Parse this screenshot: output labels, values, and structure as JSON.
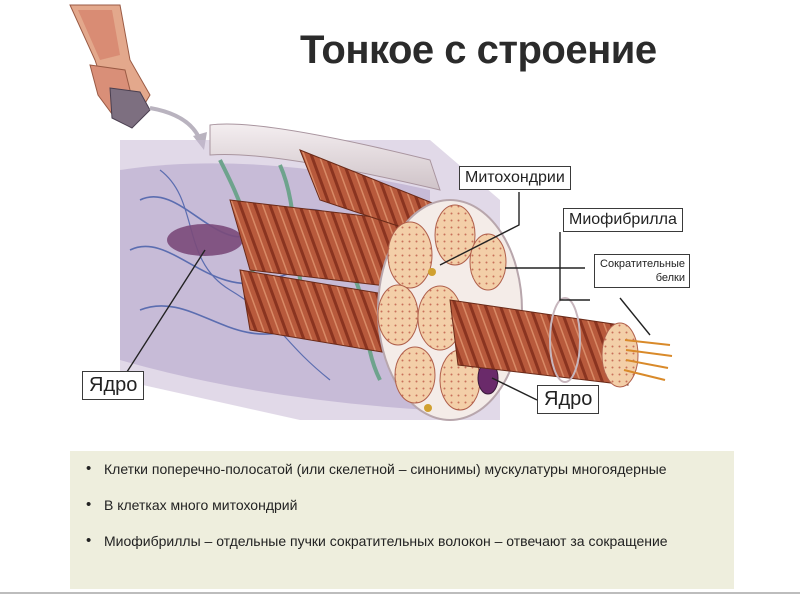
{
  "slide": {
    "title": "Тонкое с строение",
    "labels": {
      "mitochondria": "Митохондрии",
      "myofibril": "Миофибрилла",
      "contractile_line1": "Сократительные",
      "contractile_line2": "белки",
      "nucleus_left": "Ядро",
      "nucleus_right": "Ядро"
    },
    "notes": [
      "Клетки поперечно-полосатой (или скелетной – синонимы) мускулатуры многоядерные",
      "В клетках много митохондрий",
      "Миофибриллы – отдельные пучки сократительных волокон – отвечают за сокращение"
    ]
  },
  "colors": {
    "muscle_red": "#b85a3c",
    "muscle_dark": "#8a3420",
    "fibril_end": "#f0c8a0",
    "membrane": "#e9dde0",
    "network_blue": "#5b6db0",
    "nucleus_purple": "#7a4a7a",
    "notes_bg": "#eeeedd"
  },
  "icons": [
    "muscle-bundle-icon",
    "arrow-icon"
  ]
}
